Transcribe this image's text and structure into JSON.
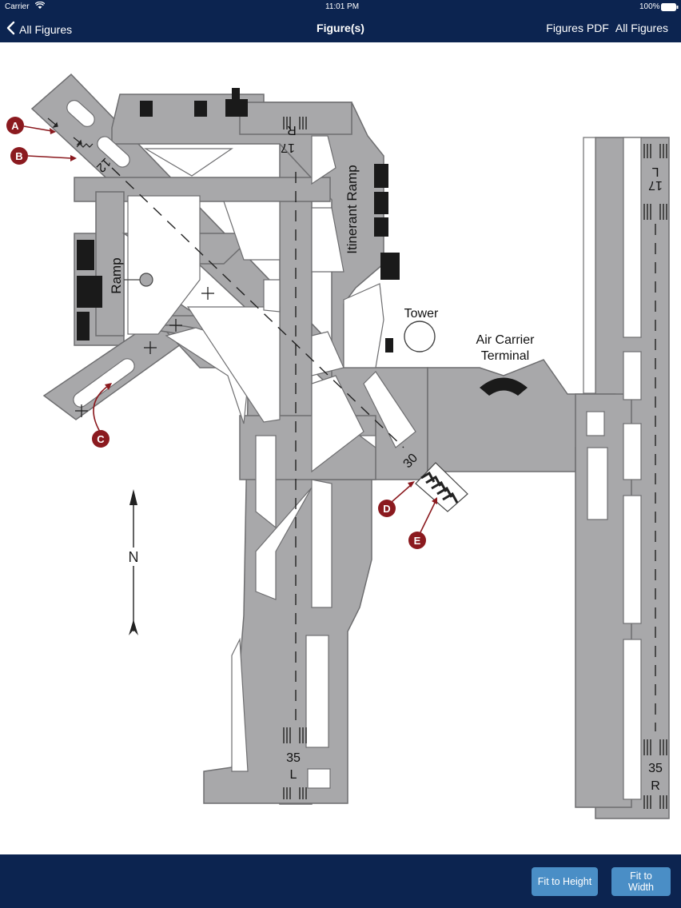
{
  "status_bar": {
    "carrier": "Carrier",
    "time": "11:01 PM",
    "battery": "100%"
  },
  "nav": {
    "back_label": "All Figures",
    "title": "Figure(s)",
    "figures_pdf": "Figures PDF",
    "all_figures": "All Figures"
  },
  "figure": {
    "callouts": [
      "A",
      "B",
      "C",
      "D",
      "E"
    ],
    "labels": {
      "ramp": "Ramp",
      "itinerant_ramp": "Itinerant Ramp",
      "tower": "Tower",
      "terminal_line1": "Air Carrier",
      "terminal_line2": "Terminal",
      "north": "N",
      "rwy_12": "12",
      "rwy_30": "30",
      "rwy_17r_num": "17",
      "rwy_17r_letter": "R",
      "rwy_17l_num": "17",
      "rwy_17l_letter": "L",
      "rwy_35l_num": "35",
      "rwy_35l_letter": "L",
      "rwy_35r_num": "35",
      "rwy_35r_letter": "R"
    }
  },
  "toolbar": {
    "fit_height": "Fit to Height",
    "fit_width": "Fit to Width"
  },
  "colors": {
    "bar": "#0c2450",
    "button": "#4a8ec6",
    "pavement": "#a8a8aa",
    "callout": "#8b1a1f"
  }
}
